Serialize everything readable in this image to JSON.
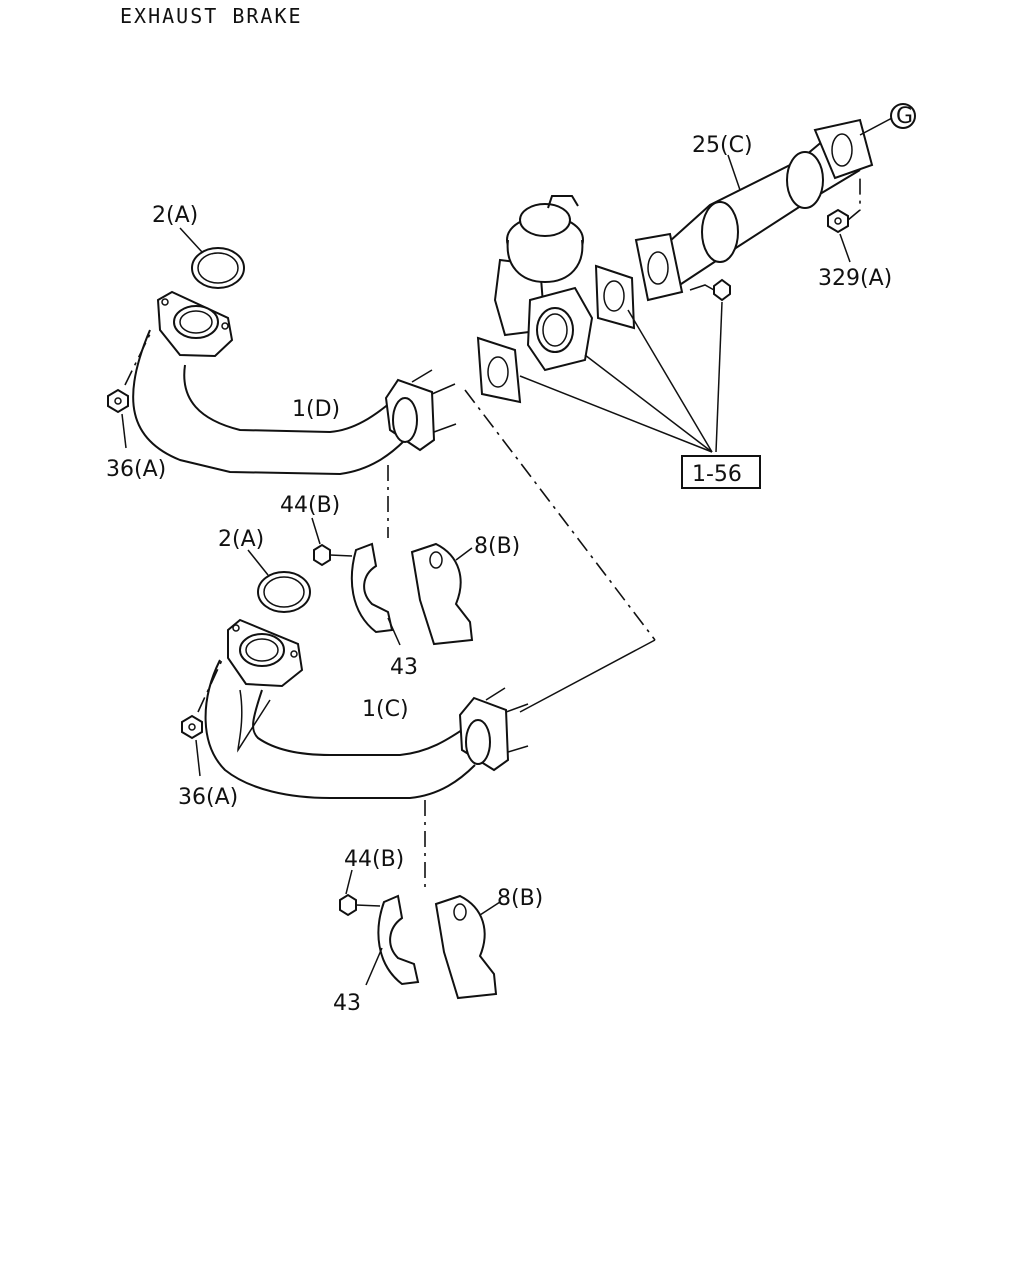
{
  "title": "EXHAUST BRAKE",
  "callouts": {
    "gasket_upper": "2(A)",
    "gasket_lower": "2(A)",
    "pipe_upper": "1(D)",
    "pipe_lower": "1(C)",
    "nut_upper": "36(A)",
    "nut_lower": "36(A)",
    "bolt_upper": "44(B)",
    "bolt_lower": "44(B)",
    "bracket_upper": "8(B)",
    "bracket_lower": "8(B)",
    "clamp_upper": "43",
    "clamp_lower": "43",
    "flex_pipe": "25(C)",
    "nut_flex": "329(A)",
    "ref_group": "1-56",
    "connector": "G"
  }
}
